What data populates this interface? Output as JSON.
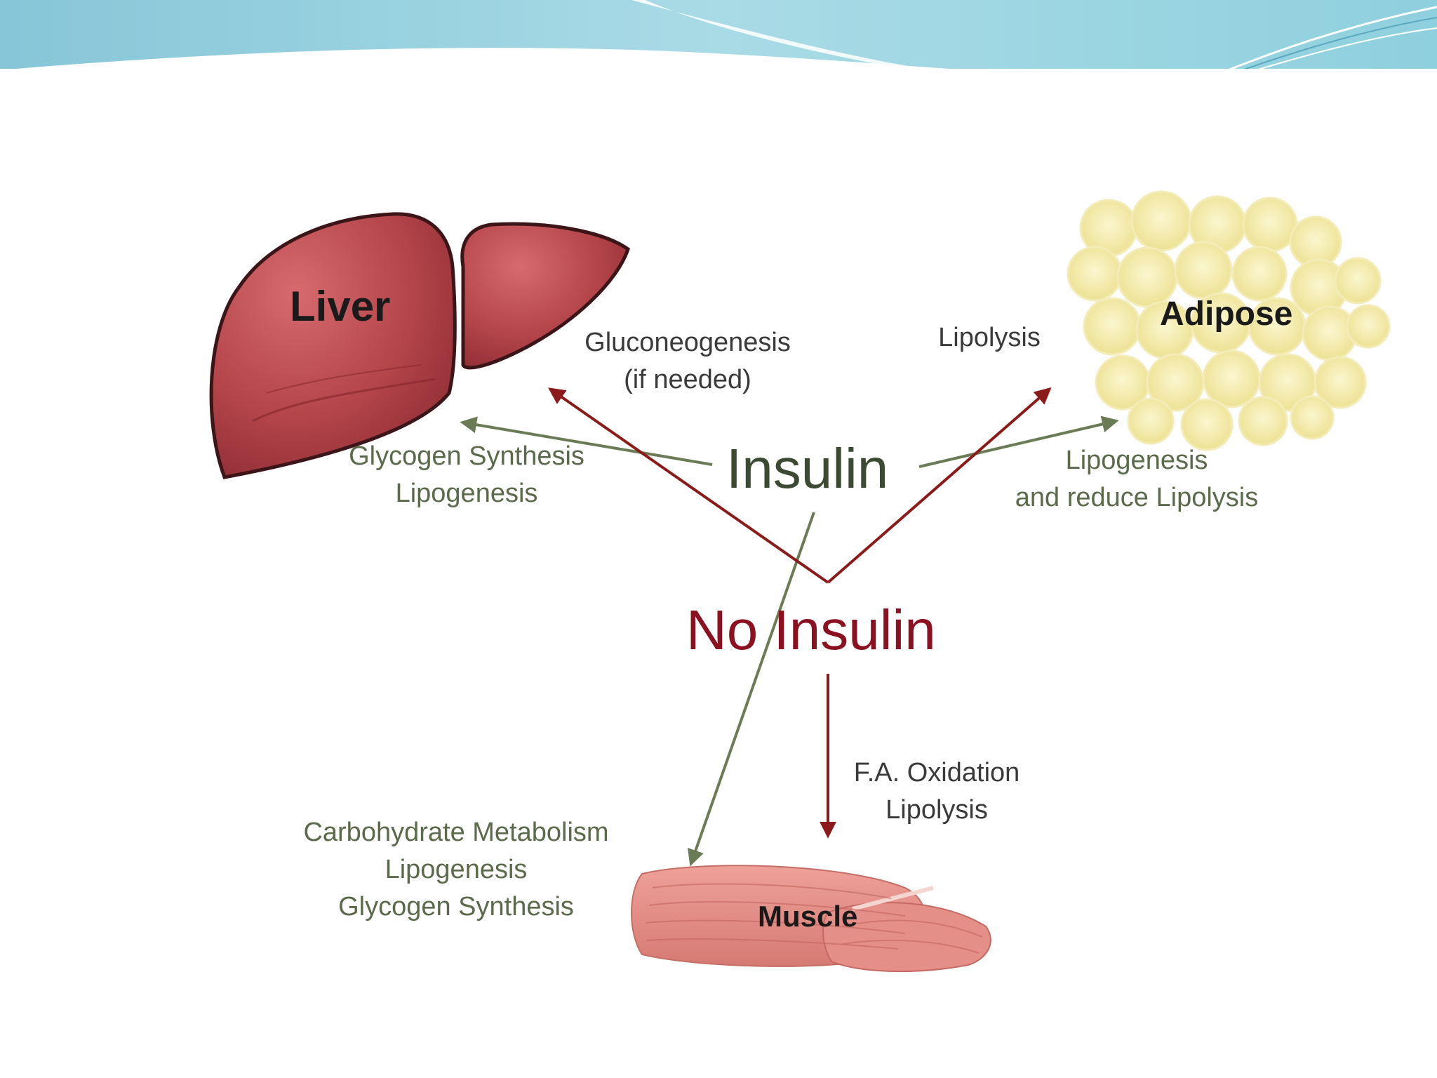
{
  "colors": {
    "header_light": "#bfe6ee",
    "header_mid": "#7ec3d6",
    "green_arrow": "#6b7b55",
    "red_arrow": "#8b1a1a",
    "insulin_text": "#3d4a33",
    "no_insulin_text": "#8b1020",
    "liver": "#b5454a",
    "adipose": "#f4eba5",
    "muscle": "#e08a84"
  },
  "diagram": {
    "organs": {
      "liver": "Liver",
      "adipose": "Adipose",
      "muscle": "Muscle"
    },
    "center": {
      "insulin": "Insulin",
      "no_insulin": "No Insulin"
    },
    "insulin_effects": {
      "liver": [
        "Glycogen Synthesis",
        "Lipogenesis"
      ],
      "adipose": [
        "Lipogenesis",
        "and reduce Lipolysis"
      ],
      "muscle": [
        "Carbohydrate Metabolism",
        "Lipogenesis",
        "Glycogen Synthesis"
      ]
    },
    "no_insulin_effects": {
      "liver": [
        "Gluconeogenesis",
        "(if needed)"
      ],
      "adipose": [
        "Lipolysis"
      ],
      "muscle": [
        "F.A. Oxidation",
        "Lipolysis"
      ]
    }
  }
}
